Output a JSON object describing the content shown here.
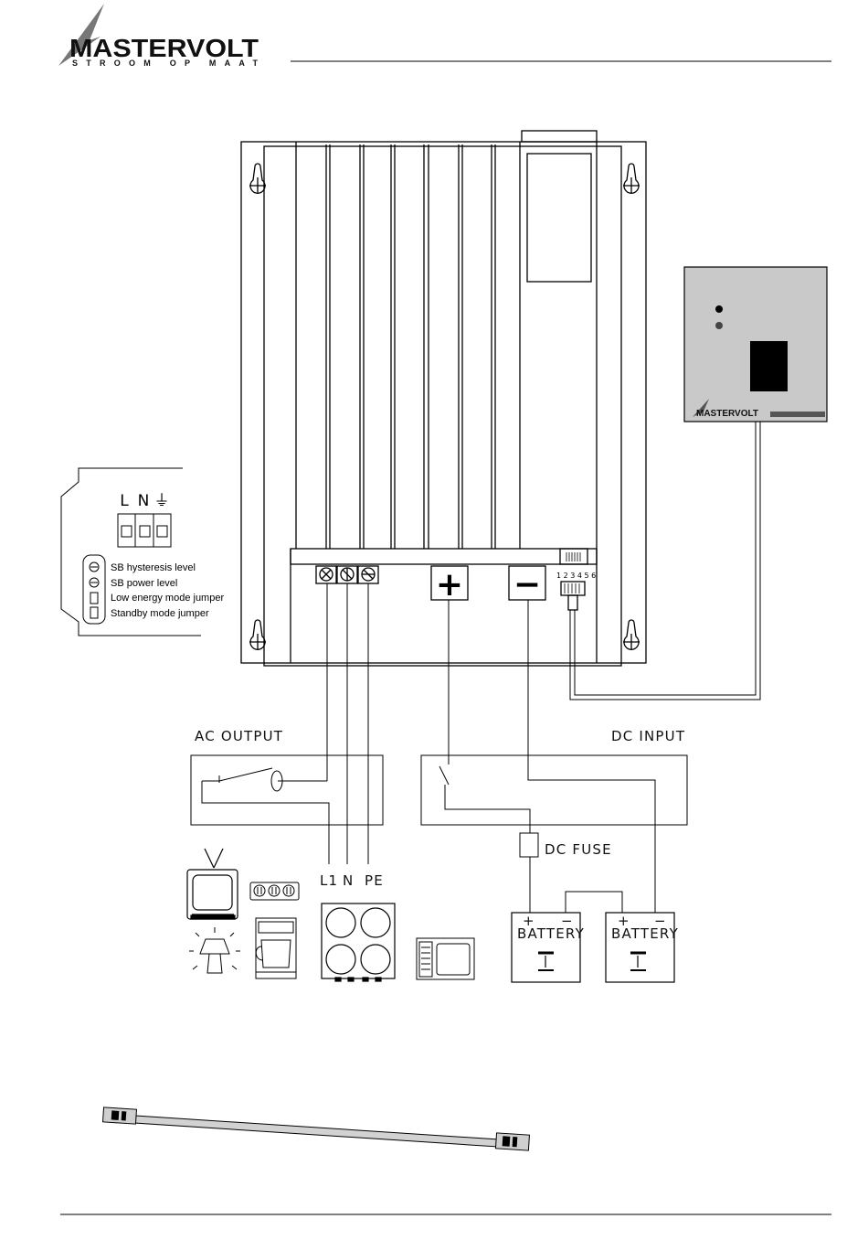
{
  "header": {
    "brand": "MASTERVOLT",
    "tagline": "STROOM OP MAAT"
  },
  "remote_panel": {
    "brand": "MASTERVOLT"
  },
  "inset": {
    "terminal_labels": [
      "L",
      "N",
      "⏚"
    ],
    "settings": [
      {
        "label": "SB hysteresis level",
        "type": "potentiometer"
      },
      {
        "label": "SB power level",
        "type": "potentiometer"
      },
      {
        "label": "Low energy mode jumper",
        "type": "jumper"
      },
      {
        "label": "Standby mode jumper",
        "type": "jumper"
      }
    ]
  },
  "connector": {
    "pin_numbers": "1 2 3 4 5 6"
  },
  "terminals": {
    "plus": "+",
    "minus": "−"
  },
  "ac_output": {
    "title": "AC OUTPUT",
    "wires": [
      "L1",
      "N",
      "PE"
    ]
  },
  "dc_input": {
    "title": "DC INPUT",
    "fuse": "DC FUSE"
  },
  "batteries": [
    {
      "label": "BATTERY",
      "plus": "+",
      "minus": "−"
    },
    {
      "label": "BATTERY",
      "plus": "+",
      "minus": "−"
    }
  ],
  "appliances": [
    "tv-icon",
    "socket-icon",
    "lamp-icon",
    "coffee-maker-icon",
    "cooktop-icon",
    "microwave-icon"
  ]
}
